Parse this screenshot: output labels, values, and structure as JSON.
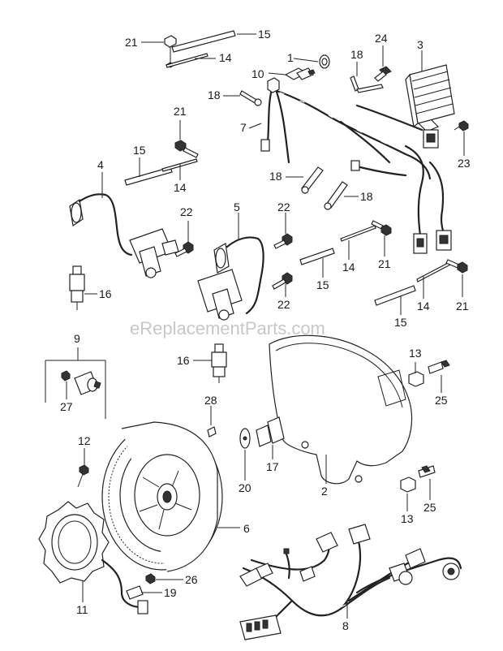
{
  "watermark": "eReplacementParts.com",
  "callouts": [
    {
      "id": "c1",
      "text": "1"
    },
    {
      "id": "c2",
      "text": "2"
    },
    {
      "id": "c3",
      "text": "3"
    },
    {
      "id": "c4",
      "text": "4"
    },
    {
      "id": "c5",
      "text": "5"
    },
    {
      "id": "c6",
      "text": "6"
    },
    {
      "id": "c7",
      "text": "7"
    },
    {
      "id": "c8",
      "text": "8"
    },
    {
      "id": "c9",
      "text": "9"
    },
    {
      "id": "c10",
      "text": "10"
    },
    {
      "id": "c11",
      "text": "11"
    },
    {
      "id": "c12",
      "text": "12"
    },
    {
      "id": "c13a",
      "text": "13"
    },
    {
      "id": "c13b",
      "text": "13"
    },
    {
      "id": "c14a",
      "text": "14"
    },
    {
      "id": "c14b",
      "text": "14"
    },
    {
      "id": "c14c",
      "text": "14"
    },
    {
      "id": "c14d",
      "text": "14"
    },
    {
      "id": "c15a",
      "text": "15"
    },
    {
      "id": "c15b",
      "text": "15"
    },
    {
      "id": "c15c",
      "text": "15"
    },
    {
      "id": "c15d",
      "text": "15"
    },
    {
      "id": "c16a",
      "text": "16"
    },
    {
      "id": "c16b",
      "text": "16"
    },
    {
      "id": "c17",
      "text": "17"
    },
    {
      "id": "c18a",
      "text": "18"
    },
    {
      "id": "c18b",
      "text": "18"
    },
    {
      "id": "c18c",
      "text": "18"
    },
    {
      "id": "c18d",
      "text": "18"
    },
    {
      "id": "c19",
      "text": "19"
    },
    {
      "id": "c20",
      "text": "20"
    },
    {
      "id": "c21a",
      "text": "21"
    },
    {
      "id": "c21b",
      "text": "21"
    },
    {
      "id": "c21c",
      "text": "21"
    },
    {
      "id": "c21d",
      "text": "21"
    },
    {
      "id": "c22a",
      "text": "22"
    },
    {
      "id": "c22b",
      "text": "22"
    },
    {
      "id": "c22c",
      "text": "22"
    },
    {
      "id": "c23",
      "text": "23"
    },
    {
      "id": "c24",
      "text": "24"
    },
    {
      "id": "c25a",
      "text": "25"
    },
    {
      "id": "c25b",
      "text": "25"
    },
    {
      "id": "c26",
      "text": "26"
    },
    {
      "id": "c27",
      "text": "27"
    },
    {
      "id": "c28",
      "text": "28"
    }
  ]
}
